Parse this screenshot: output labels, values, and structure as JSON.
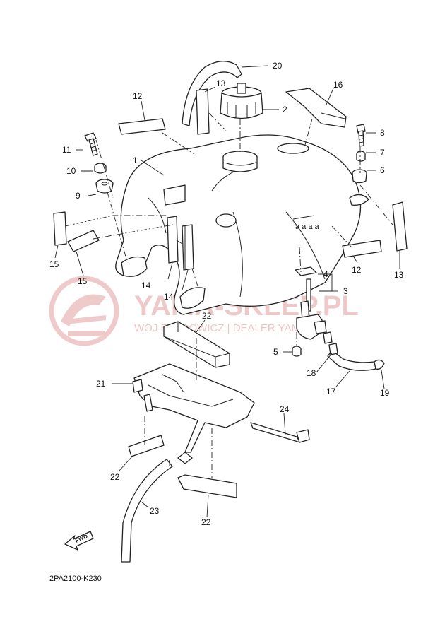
{
  "diagram_code": "2PA2100-K230",
  "watermark": {
    "title": "YAMA-SKLEP.PL",
    "subtitle": "WOJ  EFEDOWICZ | DEALER YAMAHA"
  },
  "fwd_label": "FWD",
  "callouts": {
    "c1": "1",
    "c2": "2",
    "c3": "3",
    "c4": "4",
    "c5": "5",
    "c6": "6",
    "c7": "7",
    "c8": "8",
    "c9": "9",
    "c10": "10",
    "c11": "11",
    "c12a": "12",
    "c12b": "12",
    "c13a": "13",
    "c13b": "13",
    "c14a": "14",
    "c14b": "14",
    "c15a": "15",
    "c15b": "15",
    "c16": "16",
    "c17": "17",
    "c18": "18",
    "c19": "19",
    "c20": "20",
    "c21": "21",
    "c22a": "22",
    "c22b": "22",
    "c22c": "22",
    "c23": "23",
    "c24": "24"
  }
}
